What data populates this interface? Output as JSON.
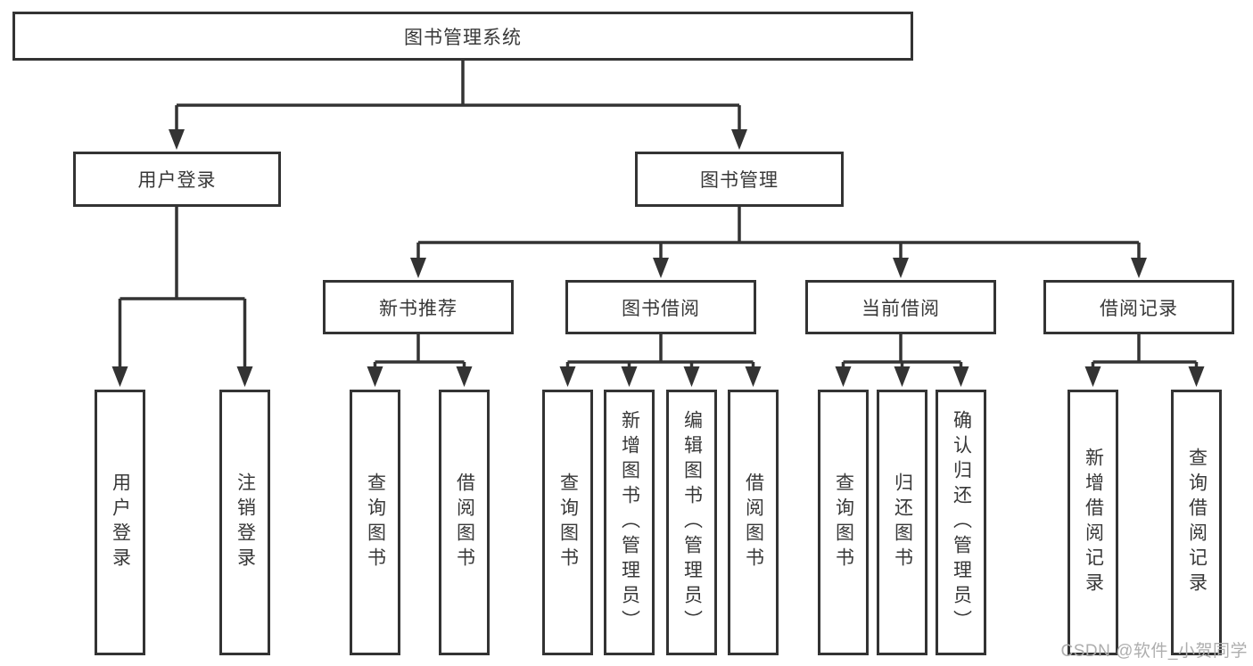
{
  "diagram": {
    "type": "functional-structure-tree",
    "line_color": "#333333",
    "box_fill": "#ffffff",
    "text_color": "#383838",
    "tree": {
      "root": {
        "label": "图书管理系统"
      },
      "branches": [
        {
          "label": "用户登录",
          "children": [
            {
              "label": "用户登录"
            },
            {
              "label": "注销登录"
            }
          ]
        },
        {
          "label": "图书管理",
          "children": [
            {
              "label": "新书推荐",
              "children": [
                {
                  "label": "查询图书"
                },
                {
                  "label": "借阅图书"
                }
              ]
            },
            {
              "label": "图书借阅",
              "children": [
                {
                  "label": "查询图书"
                },
                {
                  "label": "新增图书（管理员）"
                },
                {
                  "label": "编辑图书（管理员）"
                },
                {
                  "label": "借阅图书"
                }
              ]
            },
            {
              "label": "当前借阅",
              "children": [
                {
                  "label": "查询图书"
                },
                {
                  "label": "归还图书"
                },
                {
                  "label": "确认归还（管理员）"
                }
              ]
            },
            {
              "label": "借阅记录",
              "children": [
                {
                  "label": "新增借阅记录"
                },
                {
                  "label": "查询借阅记录"
                }
              ]
            }
          ]
        }
      ]
    }
  },
  "watermark": {
    "text": "CSDN @软件_小贺同学"
  }
}
